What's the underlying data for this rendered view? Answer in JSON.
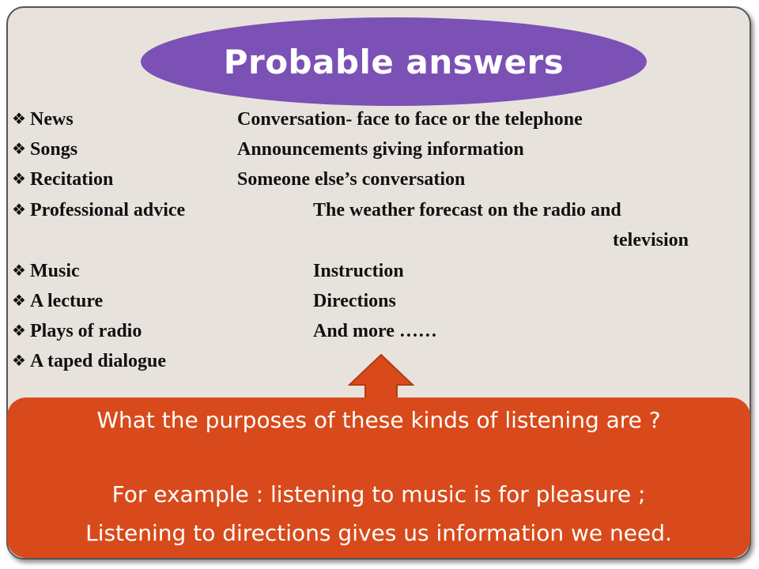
{
  "title": "Probable answers",
  "left_items": [
    "News",
    "Songs",
    "Recitation",
    "Professional advice",
    "Music",
    "A lecture",
    "Plays of radio",
    "A taped dialogue"
  ],
  "right_items": [
    "Conversation- face to face or the telephone",
    "Announcements giving information",
    "Someone else’s conversation",
    "The weather forecast on the radio and",
    "television",
    "Instruction",
    "Directions",
    "And more ……"
  ],
  "bullet_icon": "diamond-bullet-icon",
  "arrow_icon": "up-arrow-icon",
  "colors": {
    "panel": "#e8e2dd",
    "title_oval": "#7b51b5",
    "purpose_box": "#d84a1b",
    "arrow": "#d84a1b"
  },
  "purpose": {
    "question": "What the purposes of these kinds of listening are ?",
    "example_1": "For example : listening to music is for pleasure ;",
    "example_2": "Listening to directions gives us information we need."
  }
}
